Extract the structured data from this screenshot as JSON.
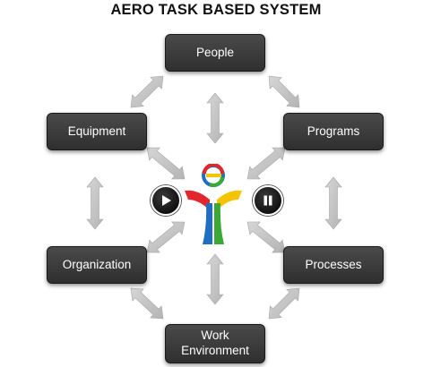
{
  "title": "AERO TASK BASED SYSTEM",
  "nodes": {
    "people": "People",
    "equipment": "Equipment",
    "programs": "Programs",
    "organization": "Organization",
    "processes": "Processes",
    "work_environment": "Work\nEnvironment"
  },
  "center": {
    "logo_icon": "e-logo-figure-icon",
    "left_control_icon": "play-icon",
    "right_control_icon": "pause-icon"
  },
  "colors": {
    "box_fill": "#3a3a3a",
    "arrow_fill": "#c8c8c8",
    "logo_red": "#e3262b",
    "logo_yellow": "#f5c400",
    "logo_blue": "#1e6fc1",
    "logo_green": "#3aa935"
  }
}
